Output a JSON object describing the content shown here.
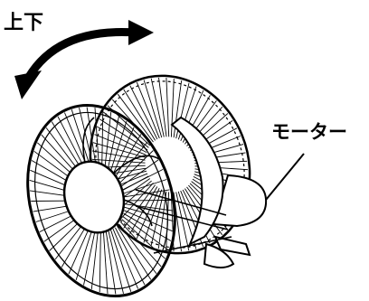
{
  "diagram": {
    "tilt_label": "上下",
    "motor_label": "モーター",
    "line_color": "#000000",
    "background": "#ffffff",
    "icons": {
      "tilt_arrow": "curved-double-arrow-icon",
      "leader_line": "leader-line"
    }
  }
}
